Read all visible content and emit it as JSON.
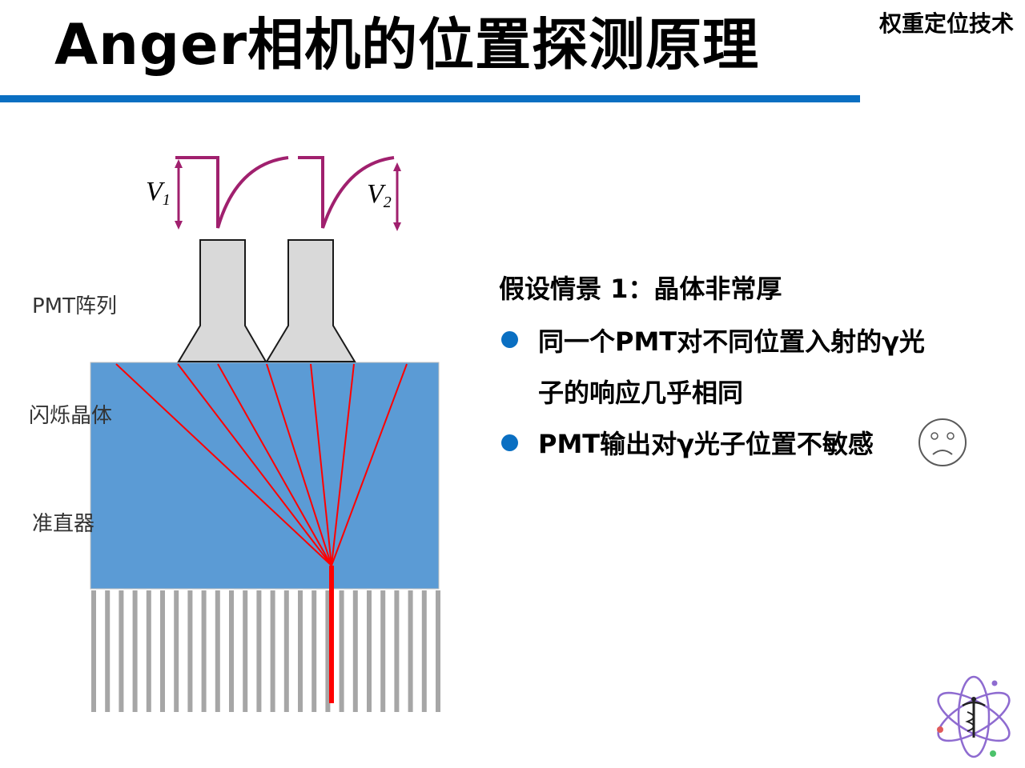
{
  "header": {
    "title": "Anger相机的位置探测原理",
    "tag": "权重定位技术"
  },
  "diagram": {
    "labels": {
      "pmt": "PMT阵列",
      "crystal": "闪烁晶体",
      "collimator": "准直器"
    },
    "signals": {
      "v1_letter": "V",
      "v1_sub": "1",
      "v2_letter": "V",
      "v2_sub": "2"
    },
    "colors": {
      "crystal": "#5b9bd5",
      "pmt": "#d9d9d9",
      "rays": "#ff0000",
      "signal": "#a0206e",
      "collimator": "#a6a6a6",
      "accent": "#0a6fc2"
    }
  },
  "content": {
    "scenario": "假设情景 1：晶体非常厚",
    "bullet1_line1": "同一个PMT对不同位置入射的γ光",
    "bullet1_line2": "子的响应几乎相同",
    "bullet2": "PMT输出对γ光子位置不敏感",
    "sad_face": "sad-face-icon"
  },
  "logo": "atom-caduceus-logo-icon"
}
